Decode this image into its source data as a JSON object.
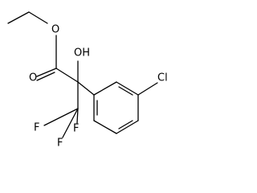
{
  "molecule": {
    "atoms": {
      "ester_oxygen": "O",
      "carbonyl_oxygen": "O",
      "hydroxyl": "OH",
      "chlorine": "Cl",
      "fluorine_top": "F",
      "fluorine_left": "F",
      "fluorine_bottom": "F"
    }
  }
}
